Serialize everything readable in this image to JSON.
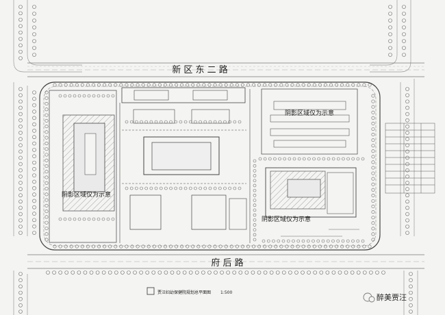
{
  "road_labels": {
    "north": "新 区 东 二 路",
    "south": "府 后 路"
  },
  "zone_labels": {
    "west": "阴影区域仅为示意",
    "northeast": "阴影区域仅为示意",
    "southeast": "阴影区域仅为示意"
  },
  "drawing_title": "贾汪妇幼保健院规划总平面图",
  "drawing_scale": "1:500",
  "watermark": "醉美贾汪",
  "colors": {
    "line": "#555555",
    "paper": "#f4f4f2",
    "tree": "#6a6a6a"
  }
}
